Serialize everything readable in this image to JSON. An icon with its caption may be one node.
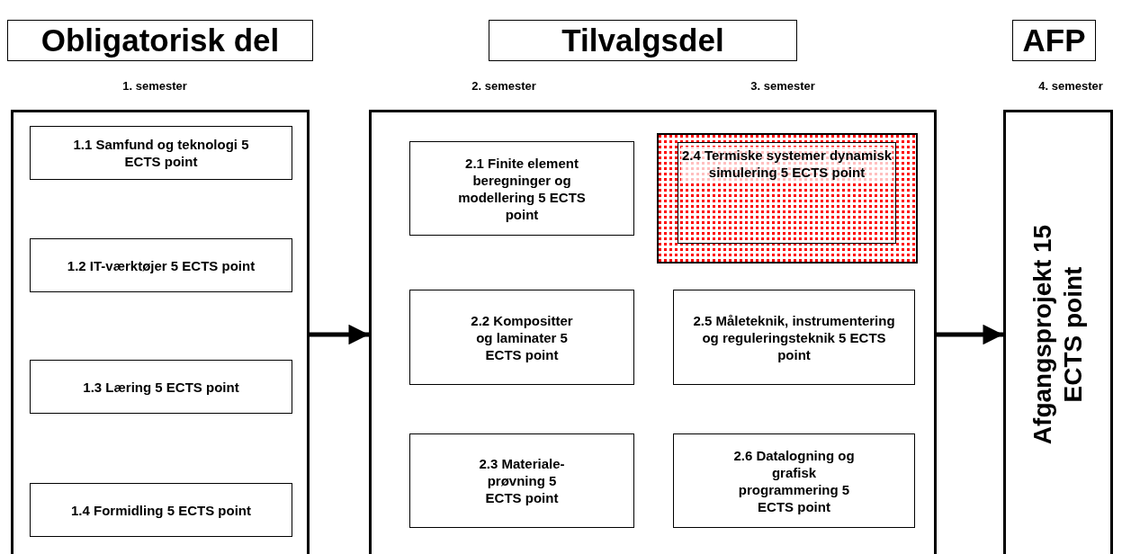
{
  "diagram": {
    "nodes": [
      {
        "text": [
          "Obligatorisk del"
        ]
      },
      {
        "text": [
          "Tilvalgsdel"
        ]
      },
      {
        "text": [
          "AFP"
        ]
      },
      {
        "text": [],
        "shape": "box"
      },
      {
        "text": [
          "1.1 Samfund og teknologi 5 ECTS point"
        ],
        "in": 3
      },
      {
        "text": [
          "1.2 IT-værktøjer 5 ECTS point"
        ],
        "in": 3
      },
      {
        "text": [
          "1.3 Læring 5 ECTS point"
        ],
        "in": 3
      },
      {
        "text": [
          "1.4 Formidling 5 ECTS point"
        ],
        "in": 3
      },
      {
        "text": [],
        "shape": "box"
      },
      {
        "text": [
          "2.1 Finite element beregninger og modellering 5 ECTS point"
        ],
        "in": 8
      },
      {
        "text": [
          "2.2 Kompositter og laminater 5 ECTS point"
        ],
        "in": 8
      },
      {
        "text": [
          "2.3 Materiale-prøvning 5 ECTS point"
        ],
        "in": 8
      },
      {
        "text": [],
        "shape": "box",
        "in": 8
      },
      {
        "text": [
          "2.4 Termiske systemer dynamisk simulering 5 ECTS point"
        ],
        "in": 12
      },
      {
        "text": [
          "2.5 Måleteknik, instrumentering og reguleringsteknik 5 ECTS point"
        ],
        "in": 8
      },
      {
        "text": [
          "2.6 Datalogning og grafisk programmering 5 ECTS point"
        ],
        "in": 8
      },
      {
        "text": [
          "Afgangsprojekt 15 ECTS point"
        ]
      }
    ],
    "edges": [
      {
        "from": 3,
        "to": 8,
        "arrow": "to"
      },
      {
        "from": 8,
        "to": 16,
        "arrow": "to"
      }
    ],
    "labels": [
      "1. semester",
      "2. semester",
      "3. semester",
      "4. semester"
    ]
  }
}
